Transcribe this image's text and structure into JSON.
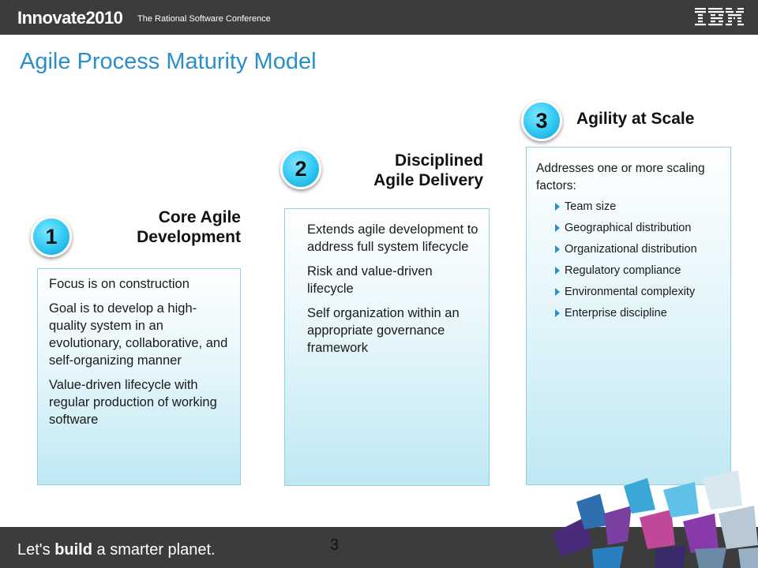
{
  "header": {
    "brand_name": "Innovate",
    "brand_year": "2010",
    "brand_subtitle": "The Rational Software Conference",
    "logo_text": "IBM"
  },
  "slide": {
    "title": "Agile Process Maturity Model",
    "page_number": "3"
  },
  "steps": [
    {
      "number": "1",
      "title_line1": "Core Agile",
      "title_line2": "Development",
      "points": [
        "Focus is on construction",
        "Goal is to develop a high-quality system in an evolutionary, collaborative, and self-organizing manner",
        "Value-driven lifecycle with regular production of working software"
      ]
    },
    {
      "number": "2",
      "title_line1": "Disciplined",
      "title_line2": "Agile Delivery",
      "points": [
        "Extends agile development to address full system lifecycle",
        "Risk and value-driven lifecycle",
        "Self organization within an appropriate governance framework"
      ]
    },
    {
      "number": "3",
      "title_line1": "Agility at Scale",
      "lead": "Addresses one or more scaling factors:",
      "factors": [
        "Team size",
        "Geographical distribution",
        "Organizational distribution",
        "Regulatory compliance",
        "Environmental complexity",
        "Enterprise discipline"
      ]
    }
  ],
  "footer": {
    "tagline_prefix": "Let's",
    "tagline_bold": "build",
    "tagline_suffix": "a smarter planet."
  },
  "colors": {
    "title_blue": "#2a8fc8",
    "badge_cyan": "#2fc7f2",
    "bar_gray": "#3c3c3c"
  }
}
